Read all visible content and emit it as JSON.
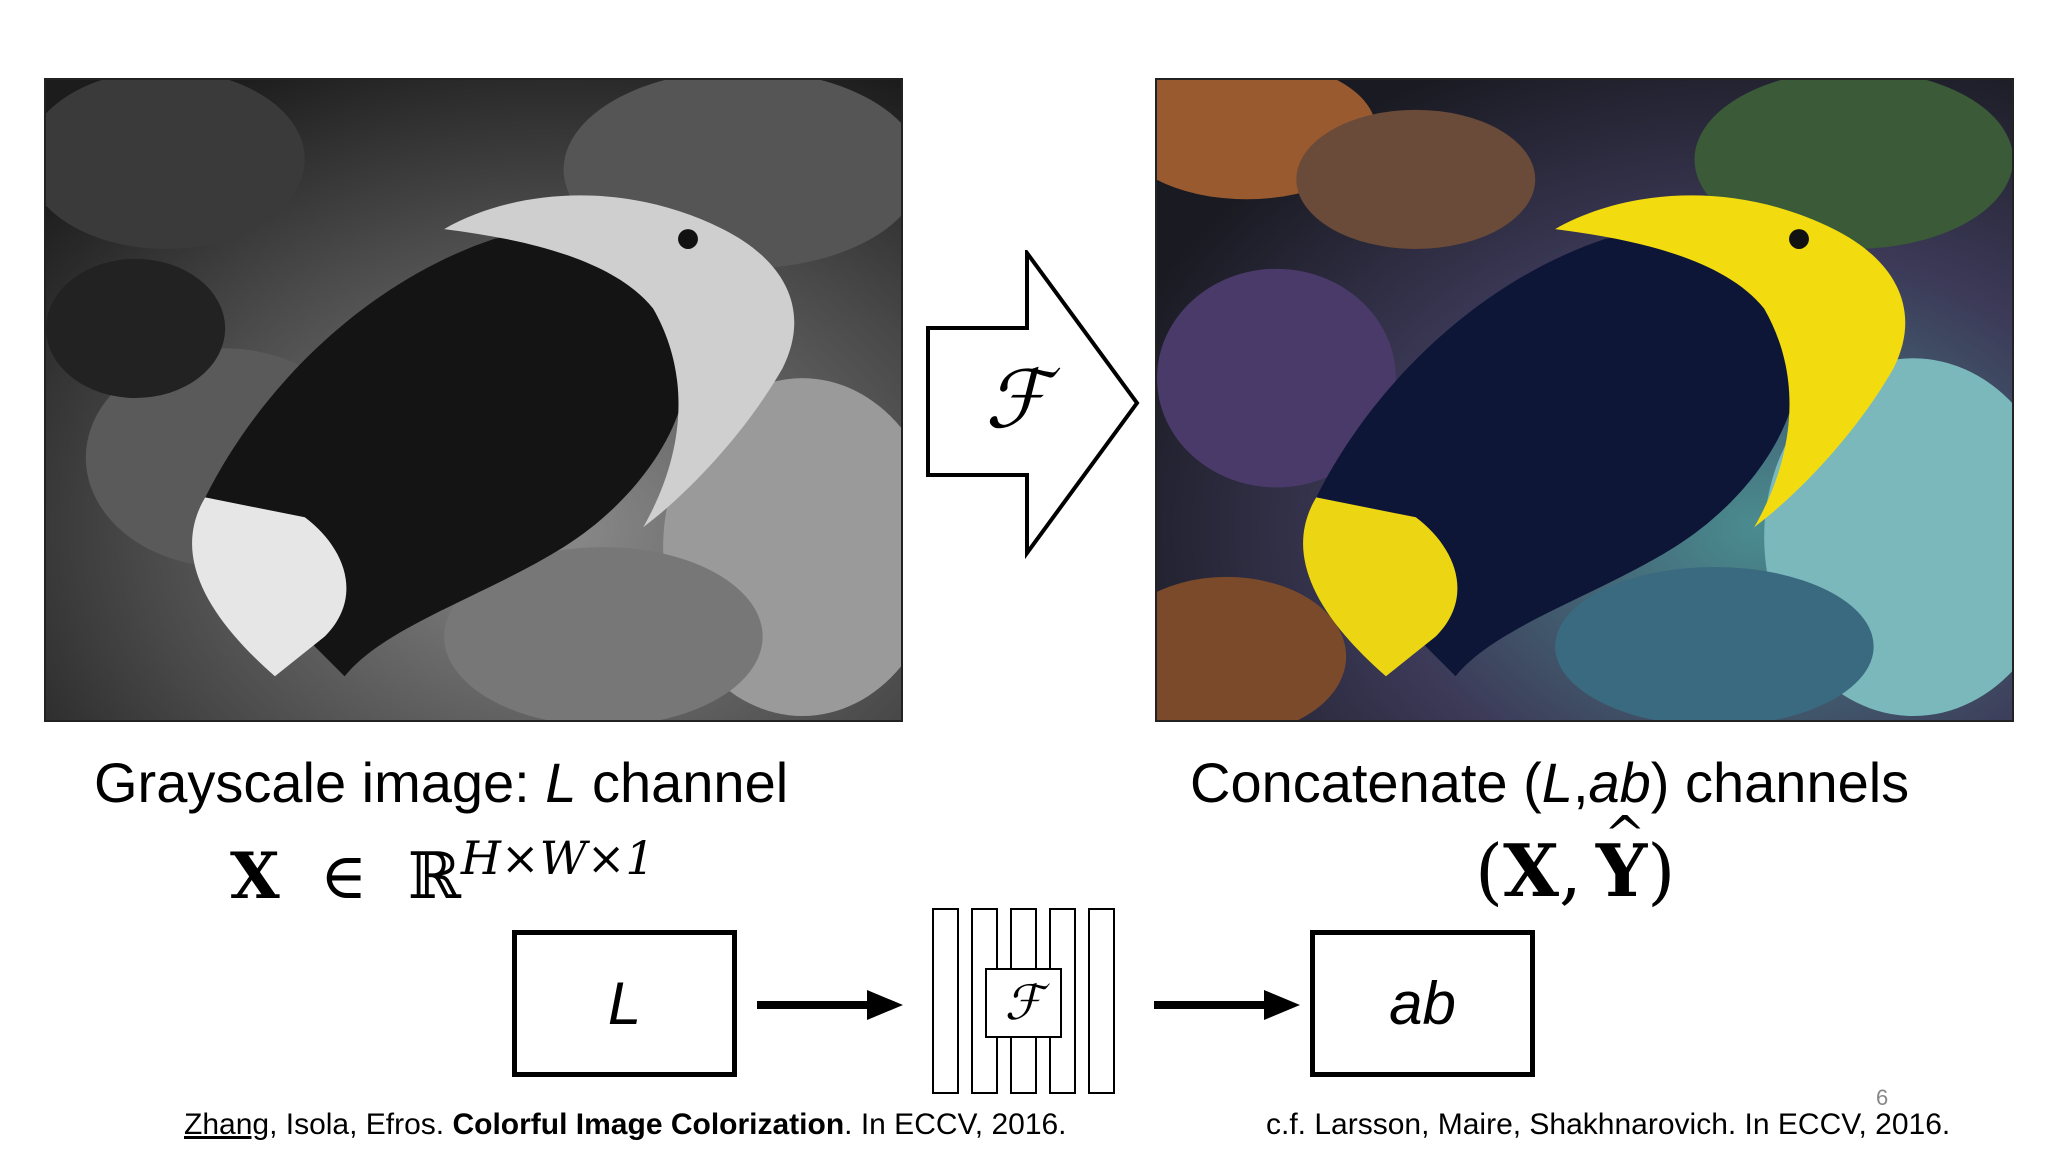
{
  "left_image": {
    "alt_caption": "Grayscale image: ",
    "caption_italic": "L",
    "caption_suffix": " channel"
  },
  "left_formula": {
    "bold": "X",
    "in": "∈",
    "field": "ℝ",
    "exponent": "H×W×1"
  },
  "arrow_symbol": "ℱ",
  "right_image": {
    "caption_prefix": "Concatenate (",
    "caption_italic_1": "L",
    "caption_comma": ",",
    "caption_italic_2": "ab",
    "caption_suffix": ") channels"
  },
  "right_formula": {
    "open": "(",
    "x": "X",
    "sep": ",",
    "y": "Y",
    "close": ")"
  },
  "pipeline": {
    "input_label": "L",
    "network_symbol": "ℱ",
    "output_label": "ab"
  },
  "citation_left": {
    "author_underlined": "Zhang",
    "authors_rest": ", Isola, Efros. ",
    "title_bold": "Colorful Image Colorization",
    "venue": ". In ECCV, 2016."
  },
  "citation_right": "c.f. Larsson, Maire, Shakhnarovich. In ECCV, 2016.",
  "page_number": "6"
}
